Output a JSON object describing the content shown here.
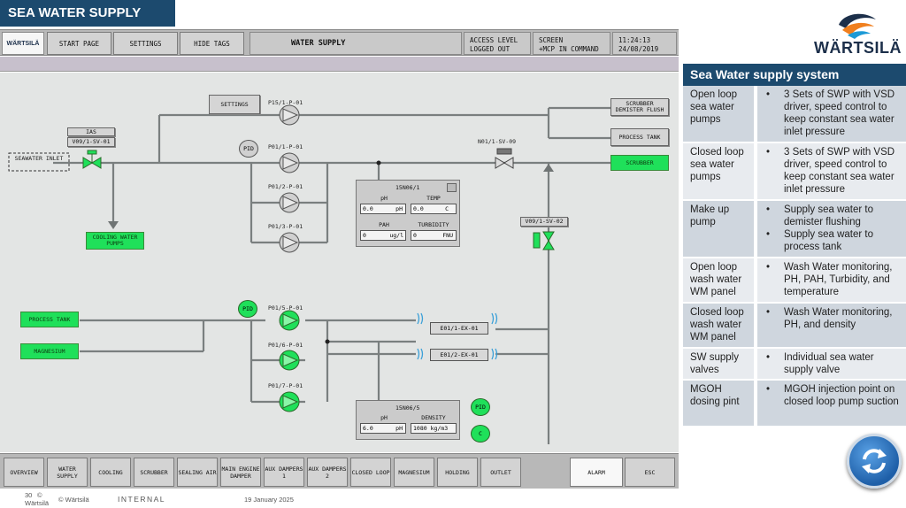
{
  "page_title": "SEA WATER SUPPLY",
  "brand": {
    "logo_text": "WÄRTSILÄ",
    "mini_logo_text": "WÄRTSILÄ"
  },
  "top_bar": {
    "start_page": "START PAGE",
    "settings": "SETTINGS",
    "hide_tags": "HIDE TAGS",
    "screen_title": "WATER SUPPLY",
    "access_level_label": "ACCESS LEVEL",
    "access_level_value": "LOGGED OUT",
    "screen_label": "SCREEN",
    "screen_value": "+MCP IN COMMAND",
    "time": "11:24:13",
    "date": "24/08/2019"
  },
  "diagram": {
    "settings_button": "SETTINGS",
    "ias_label": "IAS",
    "valve_sv01": "V09/1-SV-01",
    "seawater_inlet": "SEAWATER INLET",
    "cooling_water_pumps": "COOLING WATER PUMPS",
    "pump_p15": "P15/1-P-01",
    "pump_p01_1": "P01/1-P-01",
    "pump_p01_2": "P01/2-P-01",
    "pump_p01_3": "P01/3-P-01",
    "pid_1": "PID",
    "valve_sv09": "N01/1-SV-09",
    "scrubber_demister": "SCRUBBER DEMISTER FLUSH",
    "process_tank_right": "PROCESS TANK",
    "scrubber": "SCRUBBER",
    "valve_sv02": "V09/1-SV-02",
    "panel1": {
      "title": "15N06/1",
      "ph_label": "pH",
      "ph_value": "0.0",
      "ph_unit": "pH",
      "temp_label": "TEMP",
      "temp_value": "0.0",
      "temp_unit": "C",
      "pah_label": "PAH",
      "pah_value": "0",
      "pah_unit": "ug/l",
      "turb_label": "TURBIDITY",
      "turb_value": "0",
      "turb_unit": "FNU"
    },
    "pid_2": "PID",
    "process_tank_left": "PROCESS TANK",
    "magnesium": "MAGNESIUM",
    "pump_p01_5": "P01/5-P-01",
    "pump_p01_6": "P01/6-P-01",
    "pump_p01_7": "P01/7-P-01",
    "hx_1": "E01/1-EX-01",
    "hx_2": "E01/2-EX-01",
    "panel2": {
      "title": "15N06/5",
      "ph_label": "pH",
      "ph_value": "6.0",
      "ph_unit": "pH",
      "density_label": "DENSITY",
      "density_value": "1080 kg/m3"
    },
    "pid_3": "PID",
    "c_button": "C"
  },
  "nav": [
    "OVERVIEW",
    "WATER SUPPLY",
    "COOLING",
    "SCRUBBER",
    "SEALING AIR",
    "MAIN ENGINE DAMPER",
    "AUX DAMPERS 1",
    "AUX DAMPERS 2",
    "CLOSED LOOP",
    "MAGNESIUM",
    "HOLDING",
    "OUTLET",
    "ALARM",
    "ESC"
  ],
  "info_table": {
    "title": "Sea Water supply system",
    "rows": [
      {
        "label": "Open loop sea water pumps",
        "items": [
          "3 Sets of SWP with VSD driver, speed control to keep constant sea water inlet pressure"
        ]
      },
      {
        "label": "Closed loop sea water pumps",
        "items": [
          "3 Sets of SWP with VSD driver, speed control to keep constant sea water inlet pressure"
        ]
      },
      {
        "label": "Make up pump",
        "items": [
          "Supply sea water to demister flushing",
          "Supply sea water to process tank"
        ]
      },
      {
        "label": "Open loop wash water WM panel",
        "items": [
          "Wash Water monitoring, PH, PAH, Turbidity, and temperature"
        ]
      },
      {
        "label": "Closed loop wash water WM panel",
        "items": [
          "Wash Water monitoring, PH, and density"
        ]
      },
      {
        "label": "SW supply valves",
        "items": [
          "Individual sea water supply valve"
        ]
      },
      {
        "label": "MGOH dosing pint",
        "items": [
          "MGOH injection point on closed loop pump suction"
        ]
      }
    ],
    "bullet": "•"
  },
  "footer": {
    "page_number": "30",
    "copyright_symbol": "©",
    "company": "Wärtsilä",
    "copyright_text": "© Wärtsilä",
    "classification": "INTERNAL",
    "date": "19 January 2025"
  }
}
